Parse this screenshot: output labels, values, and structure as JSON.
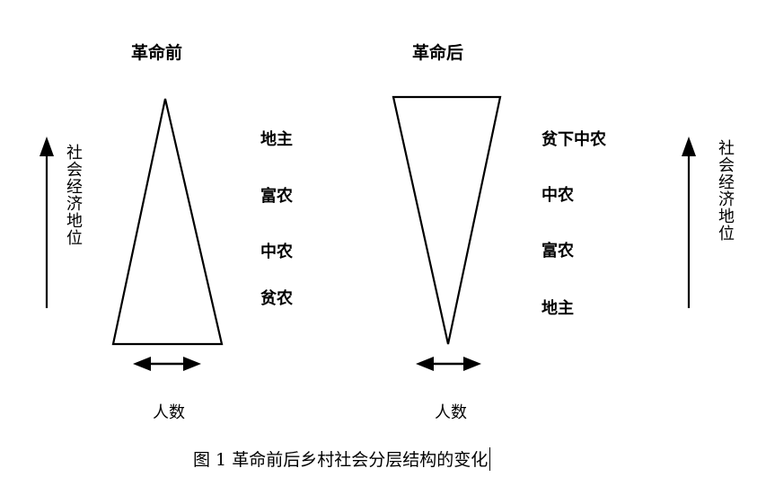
{
  "figure": {
    "left_panel": {
      "title": "革命前",
      "ranks": [
        "地主",
        "富农",
        "中农",
        "贫农"
      ],
      "axis_label": "社会经济地位",
      "count_label": "人数"
    },
    "right_panel": {
      "title": "革命后",
      "ranks": [
        "贫下中农",
        "中农",
        "富农",
        "地主"
      ],
      "axis_label": "社会经济地位",
      "count_label": "人数"
    },
    "caption": {
      "number": "图 1",
      "text": "革命前后乡村社会分层结构的变化"
    }
  }
}
